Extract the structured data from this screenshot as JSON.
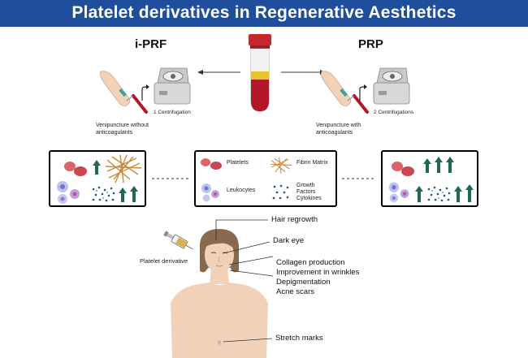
{
  "title": "Platelet derivatives in Regenerative Aesthetics",
  "methods": {
    "iprf": {
      "label": "i-PRF",
      "step": "1 Centrifugation",
      "caption_line1": "Venipuncture without",
      "caption_line2": "anticoagulants"
    },
    "prp": {
      "label": "PRP",
      "step": "2 Centrifugations",
      "caption_line1": "Venipuncture with",
      "caption_line2": "anticoagulants"
    }
  },
  "legend": {
    "platelets": "Platelets",
    "fibrin_matrix": "Fibrin Matrix",
    "leukocytes": "Leukocytes",
    "growth_factors_line1": "Growth",
    "growth_factors_line2": "Factors",
    "cytokines": "Cytokines"
  },
  "injection_label": "Platelet derivative",
  "applications": {
    "hair": "Hair regrowth",
    "eye": "Dark eye",
    "face_line1": "Collagen production",
    "face_line2": "Improvement in wrinkles",
    "face_line3": "Depigmentation",
    "face_line4": "Acne scars",
    "body": "Stretch marks"
  },
  "colors": {
    "banner": "#1f4e9c",
    "arrow_green": "#1d6b4a",
    "platelet_red": "#d9646a",
    "plasma_yellow": "#e8c42a",
    "blood_red": "#b3182a",
    "fibrin_orange": "#c98a3a",
    "leukocyte_blue": "#8a9de0",
    "growth_factor_blue": "#2b4f8c",
    "skin": "#f1d2b8",
    "hair_brown": "#8a6a4e"
  }
}
